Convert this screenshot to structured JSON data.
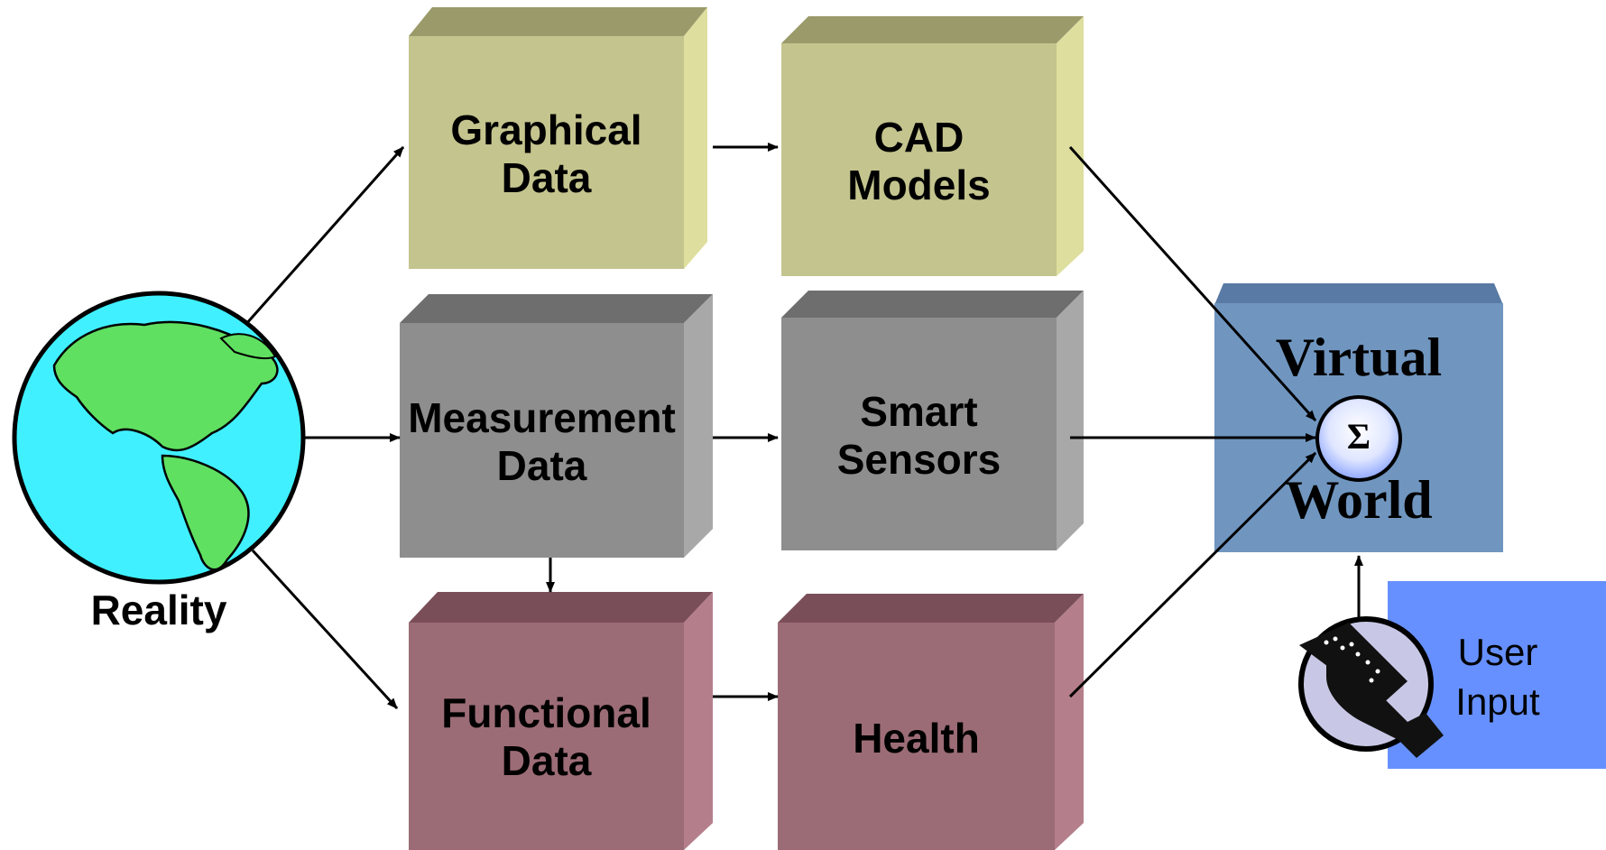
{
  "nodes": {
    "reality": {
      "label": "Reality"
    },
    "graphical": {
      "line1": "Graphical",
      "line2": "Data"
    },
    "cad": {
      "line1": "CAD",
      "line2": "Models"
    },
    "measurement": {
      "line1": "Measurement",
      "line2": "Data"
    },
    "sensors": {
      "line1": "Smart",
      "line2": "Sensors"
    },
    "functional": {
      "line1": "Functional",
      "line2": "Data"
    },
    "health": {
      "label": "Health"
    },
    "virtual": {
      "line1": "Virtual",
      "line2": "World",
      "symbol": "Σ"
    },
    "user_input": {
      "line1": "User",
      "line2": "Input"
    }
  },
  "colors": {
    "graphical_front": "#c4c48e",
    "graphical_side": "#dede9e",
    "graphical_top": "#9a9a6a",
    "measurement_front": "#8e8e8e",
    "measurement_side": "#a8a8a8",
    "measurement_top": "#6e6e6e",
    "functional_front": "#9c6c76",
    "functional_side": "#b47f8b",
    "functional_top": "#7a4e58",
    "virtual_front": "#7096c0",
    "virtual_top": "#587aa4",
    "user_input": "#6690ff",
    "ocean": "#40f0ff",
    "land": "#60e060"
  },
  "icons": [
    "globe-icon",
    "sum-icon",
    "remote-control-hand-icon"
  ]
}
